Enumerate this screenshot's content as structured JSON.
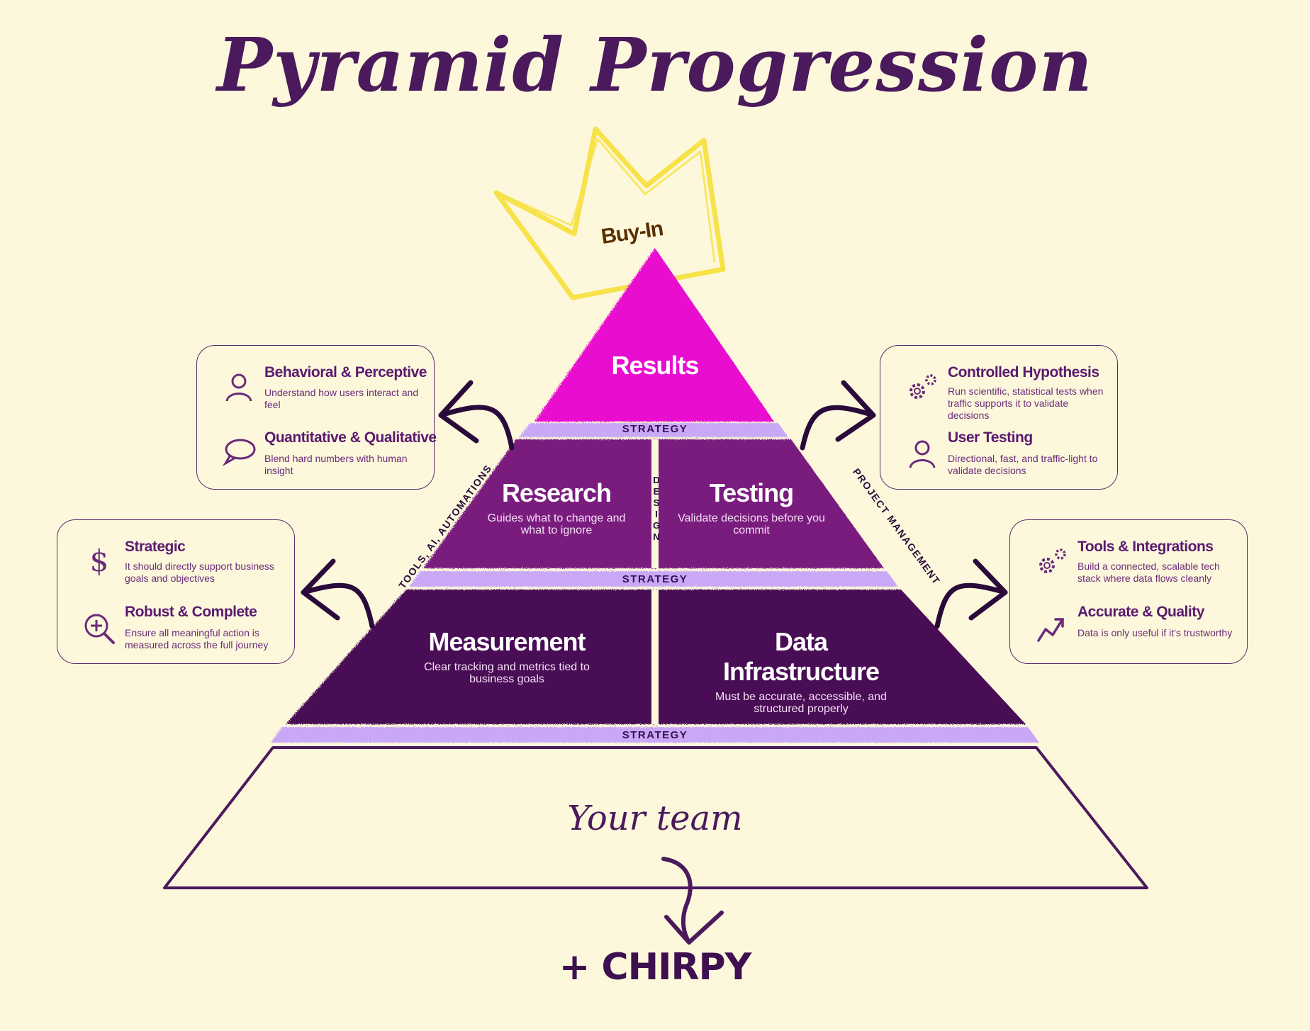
{
  "title": "Pyramid Progression",
  "crown_label": "Buy-In",
  "pyramid": {
    "top": {
      "title": "Results"
    },
    "middle": [
      {
        "title": "Research",
        "desc": "Guides what to change and what to ignore"
      },
      {
        "title": "Testing",
        "desc": "Validate decisions before you commit"
      }
    ],
    "bottom": [
      {
        "title": "Measurement",
        "desc": "Clear tracking and metrics tied to business goals"
      },
      {
        "title": "Data Infrastructure",
        "desc": "Must be accurate, accessible, and structured properly"
      }
    ],
    "band_label": "STRATEGY",
    "divider_label": "DESIGN",
    "left_side_label": "TOOLS, AI, AUTOMATIONS",
    "right_side_label": "PROJECT MANAGEMENT",
    "base_label": "Your team"
  },
  "cards": {
    "research": [
      {
        "icon": "person-icon",
        "title": "Behavioral & Perceptive",
        "desc": "Understand how users interact and feel"
      },
      {
        "icon": "speech-bubble-icon",
        "title": "Quantitative & Qualitative",
        "desc": "Blend hard numbers with human insight"
      }
    ],
    "testing": [
      {
        "icon": "gears-icon",
        "title": "Controlled Hypothesis",
        "desc": "Run scientific, statistical tests when traffic supports it to validate decisions"
      },
      {
        "icon": "person-icon",
        "title": "User Testing",
        "desc": "Directional, fast, and traffic-light to validate decisions"
      }
    ],
    "measurement": [
      {
        "icon": "dollar-icon",
        "title": "Strategic",
        "desc": "It should directly support business goals and objectives"
      },
      {
        "icon": "zoom-in-icon",
        "title": "Robust & Complete",
        "desc": "Ensure all meaningful action is measured across the full journey"
      }
    ],
    "infrastructure": [
      {
        "icon": "gears-icon",
        "title": "Tools & Integrations",
        "desc": "Build a connected, scalable tech stack where data flows cleanly"
      },
      {
        "icon": "trend-arrow-icon",
        "title": "Accurate & Quality",
        "desc": "Data is only useful if it's trustworthy"
      }
    ]
  },
  "brand": {
    "prefix": "+",
    "name": "CHIRPY"
  },
  "colors": {
    "background": "#fdf8dc",
    "results": "#e80fcf",
    "middle": "#7a1e7e",
    "bottom": "#4a0f55",
    "band": "#c9a8f8",
    "crown": "#f7e24a",
    "ink": "#4a1a5c"
  }
}
